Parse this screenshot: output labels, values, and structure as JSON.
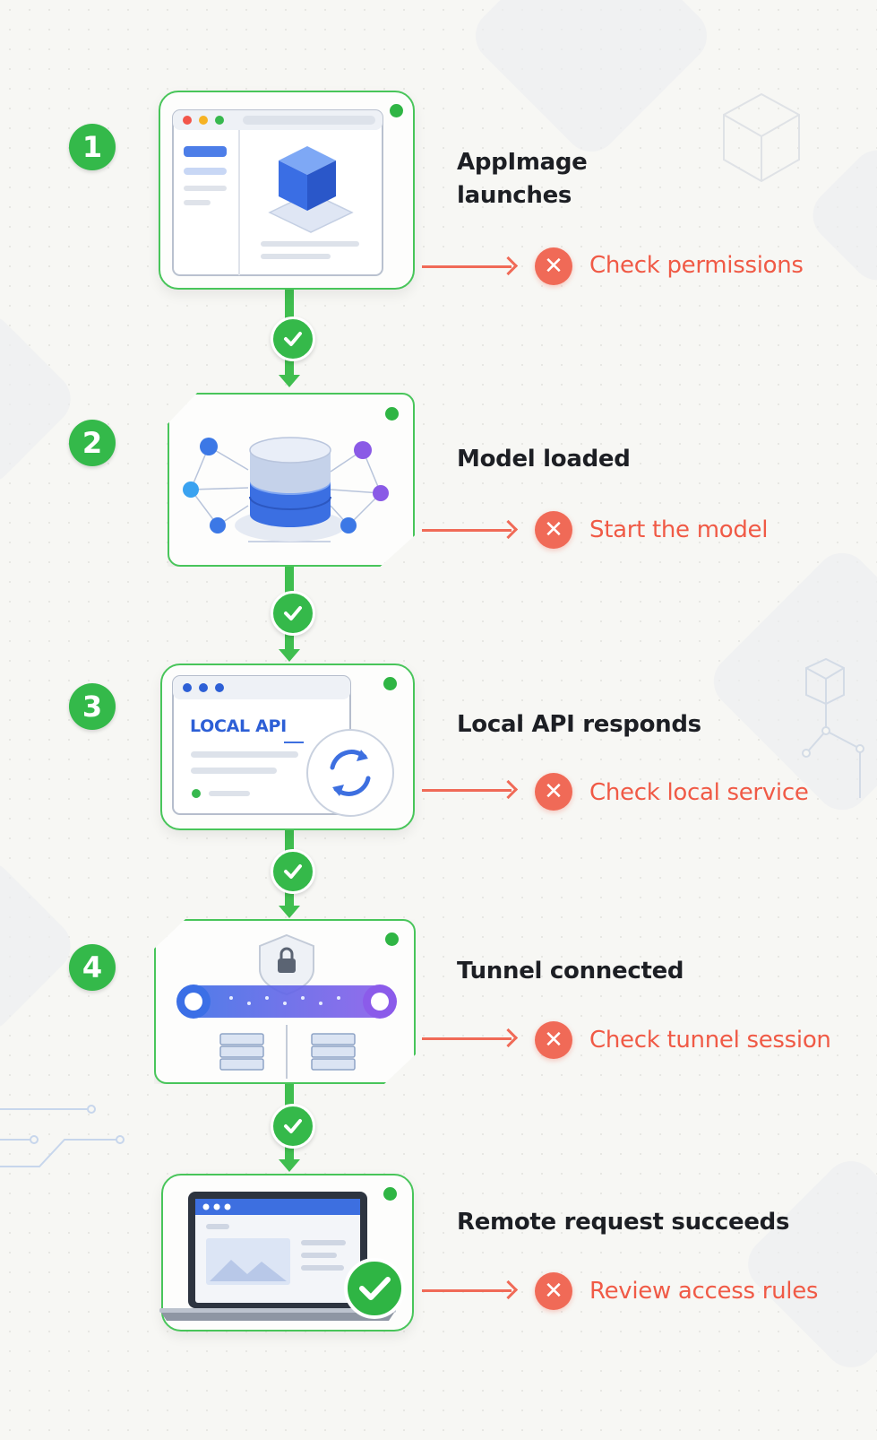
{
  "steps": [
    {
      "number": "1",
      "title": "AppImage\nlaunches",
      "fail_action": "Check permissions"
    },
    {
      "number": "2",
      "title": "Model loaded",
      "fail_action": "Start the model"
    },
    {
      "number": "3",
      "title": "Local API responds",
      "fail_action": "Check local service",
      "panel_label": "LOCAL API"
    },
    {
      "number": "4",
      "title": "Tunnel connected",
      "fail_action": "Check tunnel session"
    },
    {
      "title": "Remote request succeeds",
      "fail_action": "Review access rules"
    }
  ],
  "icons": {
    "pass": "check-icon",
    "fail": "x-icon"
  },
  "colors": {
    "success": "#34b94a",
    "failure": "#f06a57",
    "accent": "#3d6fe0",
    "text": "#1d1f24"
  }
}
